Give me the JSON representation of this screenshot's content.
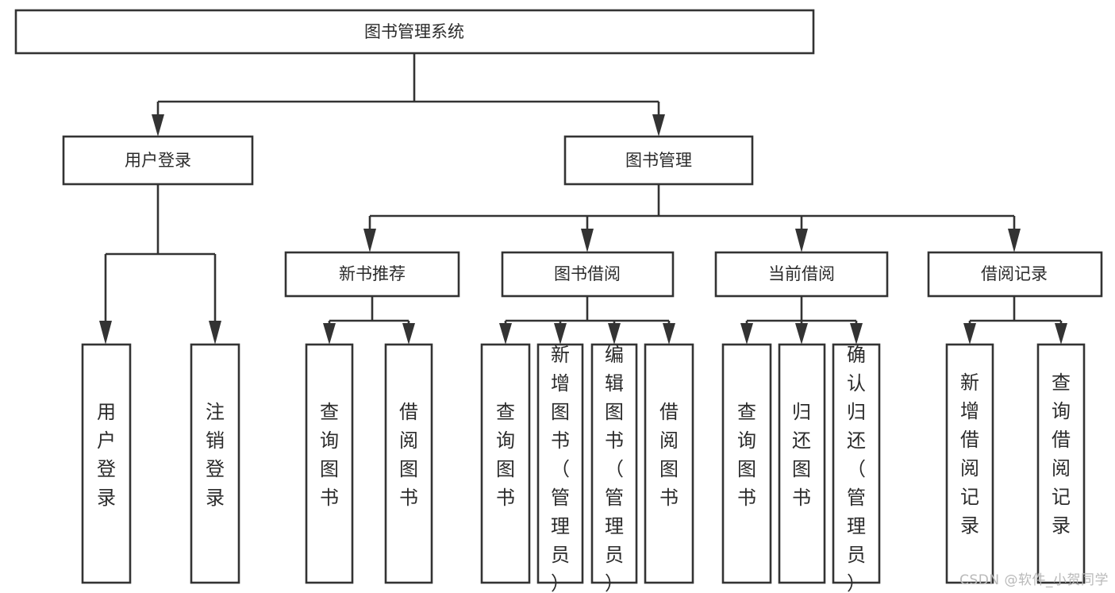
{
  "diagram": {
    "type": "tree-hierarchy",
    "title": "图书管理系统",
    "watermark": "CSDN @软件_小贺同学",
    "colors": {
      "box_stroke": "#333333",
      "box_fill": "#ffffff",
      "text": "#2b2b2b",
      "background": "#ffffff",
      "watermark": "#b9b9b9"
    },
    "levels": {
      "root": {
        "label": "图书管理系统"
      },
      "level2": [
        {
          "label": "用户登录"
        },
        {
          "label": "图书管理"
        }
      ],
      "level3": [
        {
          "label": "新书推荐"
        },
        {
          "label": "图书借阅"
        },
        {
          "label": "当前借阅"
        },
        {
          "label": "借阅记录"
        }
      ],
      "leaves": [
        {
          "label": "用户登录",
          "parent": "用户登录"
        },
        {
          "label": "注销登录",
          "parent": "用户登录"
        },
        {
          "label": "查询图书",
          "parent": "新书推荐"
        },
        {
          "label": "借阅图书",
          "parent": "新书推荐"
        },
        {
          "label": "查询图书",
          "parent": "图书借阅"
        },
        {
          "label": "新增图书（管理员）",
          "parent": "图书借阅"
        },
        {
          "label": "编辑图书（管理员）",
          "parent": "图书借阅"
        },
        {
          "label": "借阅图书",
          "parent": "图书借阅"
        },
        {
          "label": "查询图书",
          "parent": "当前借阅"
        },
        {
          "label": "归还图书",
          "parent": "当前借阅"
        },
        {
          "label": "确认归还（管理员）",
          "parent": "当前借阅"
        },
        {
          "label": "新增借阅记录",
          "parent": "借阅记录"
        },
        {
          "label": "查询借阅记录",
          "parent": "借阅记录"
        }
      ]
    }
  }
}
